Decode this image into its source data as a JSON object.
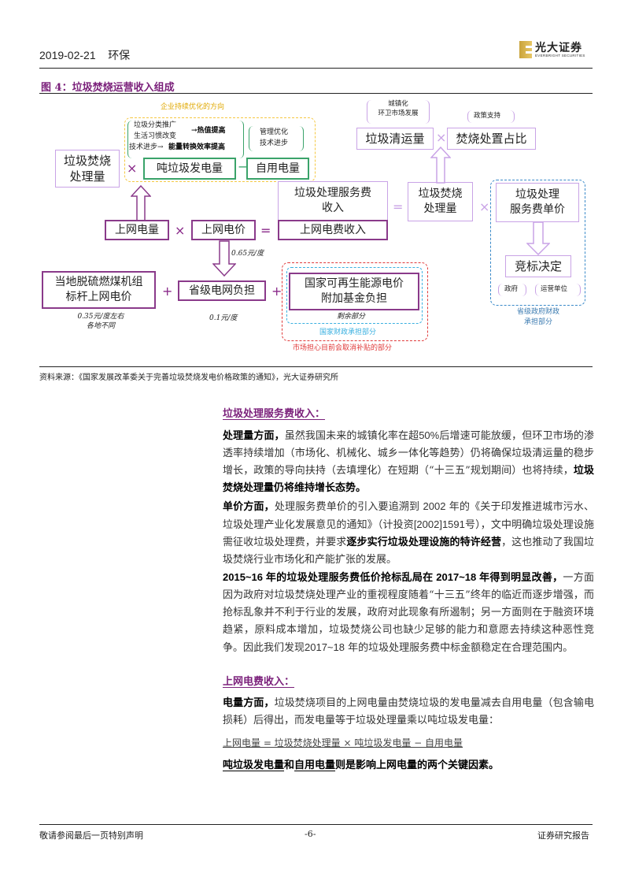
{
  "header": {
    "date": "2019-02-21",
    "sector": "环保",
    "logo_cn": "光大证券",
    "logo_en": "EVERBRIGHT SECURITIES"
  },
  "figure": {
    "title": "图 4：垃圾焚烧运营收入组成",
    "source": "资料来源：《国家发展改革委关于完善垃圾焚烧发电价格政策的通知》，光大证券研究所",
    "left": {
      "optimize_label": "企业持续优化的方向",
      "factor_a1": "垃圾分类推广",
      "factor_a2": "生活习惯改变",
      "result_a": "→热值提高",
      "factor_b": "技术进步→",
      "result_b": "能量转换效率提高",
      "factor_c1": "管理优化",
      "factor_c2": "技术进步",
      "box_process_l1": "垃圾焚烧",
      "box_process_l2": "处理量",
      "op_times1": "×",
      "box_per_ton": "吨垃圾发电量",
      "op_minus": "−",
      "box_self_use": "自用电量",
      "box_grid_qty": "上网电量",
      "op_times2": "×",
      "box_grid_price": "上网电价",
      "op_eq1": "=",
      "box_grid_income": "上网电费收入",
      "price_note": "0.65元/度",
      "box_coal_l1": "当地脱硫燃煤机组",
      "box_coal_l2": "标杆上网电价",
      "coal_note_l1": "0.35元/度左右",
      "coal_note_l2": "各地不同",
      "op_plus1": "+",
      "box_province": "省级电网负担",
      "province_note": "0.1元/度",
      "op_plus2": "+",
      "box_fund_l1": "国家可再生能源电价",
      "box_fund_l2": "附加基金负担",
      "fund_note": "剩余部分",
      "state_label": "国家财政承担部分",
      "market_label": "市场担心目前会取消补贴的部分"
    },
    "right": {
      "box_service_income_l1": "垃圾处理服务费",
      "box_service_income_l2": "收入",
      "op_eq2": "=",
      "box_process_l1": "垃圾焚烧",
      "box_process_l2": "处理量",
      "op_times3": "×",
      "box_unit_price_l1": "垃圾处理",
      "box_unit_price_l2": "服务费单价",
      "urban_l1": "城镇化",
      "urban_l2": "环卫市场发展",
      "policy": "政策支持",
      "box_collect": "垃圾清运量",
      "op_times4": "×",
      "box_ratio": "焚烧处置占比",
      "box_bid": "竞标决定",
      "gov": "政府",
      "operator": "运营单位",
      "prov_label_l1": "省级政府财政",
      "prov_label_l2": "承担部分"
    }
  },
  "sections": {
    "s1_title": "垃圾处理服务费收入：",
    "p1_bold": "处理量方面，",
    "p1_a": "虽然我国未来的城镇化率在超",
    "p1_num": "50%",
    "p1_b": "后增速可能放缓，但环卫市场的渗透率持续增加（市场化、机械化、城乡一体化等趋势）仍将确保垃圾清运量的稳步增长，政策的导向扶持（去填埋化）在短期（“十三五”规划期间）也将持续，",
    "p1_bold_end": "垃圾焚烧处理量仍将维持增长态势。",
    "p2_bold": "单价方面，",
    "p2_a": "处理服务费单价的引入要追溯到",
    "p2_num1": "2002",
    "p2_b": "年的《关于印发推进城市污水、垃圾处理产业化发展意见的通知》（计投资",
    "p2_num2": "[2002]1591",
    "p2_c": "号），文中明确垃圾处理设施需征收垃圾处理费，并要求",
    "p2_bold_mid": "逐步实行垃圾处理设施的特许经营",
    "p2_d": "，这也推动了我国垃圾焚烧行业市场化和产能扩张的发展。",
    "p3_bold": "2015~16 年的垃圾处理服务费低价抢标乱局在 2017~18 年得到明显改善，",
    "p3_a": "一方面因为政府对垃圾焚烧处理产业的重视程度随着“十三五”终年的临近而逐步增强，而抢标乱象并不利于行业的发展，政府对此现象有所遏制；另一方面则在于融资环境趋紧，原料成本增加，垃圾焚烧公司也缺少足够的能力和意愿去持续这种恶性竞争。因此我们发现",
    "p3_num": "2017~18",
    "p3_b": "年的垃圾处理服务费中标金额稳定在合理范围内。",
    "s2_title": "上网电费收入：",
    "p4_bold": "电量方面，",
    "p4_a": "垃圾焚烧项目的上网电量由焚烧垃圾的发电量减去自用电量（包含输电损耗）后得出，而发电量等于垃圾处理量乘以吨垃圾发电量：",
    "formula": "上网电量 = 垃圾焚烧处理量 × 吨垃圾发电量 − 自用电量",
    "concl_u1": "吨垃圾发电量",
    "concl_and": "和",
    "concl_u2": "自用电量",
    "concl_rest": "则是影响上网电量的两个关键因素。"
  },
  "footer": {
    "disclaimer": "敬请参阅最后一页特别声明",
    "page": "-6-",
    "report_type": "证券研究报告"
  },
  "colors": {
    "accent_purple": "#7a1f7a",
    "box_lavender": "#c9a3e6",
    "box_green": "#3aa36a",
    "dash_yellow": "#f5c842",
    "dash_blue": "#3a8ac9",
    "dash_cyan": "#3ab0e0",
    "dash_red": "#e03a3a"
  }
}
